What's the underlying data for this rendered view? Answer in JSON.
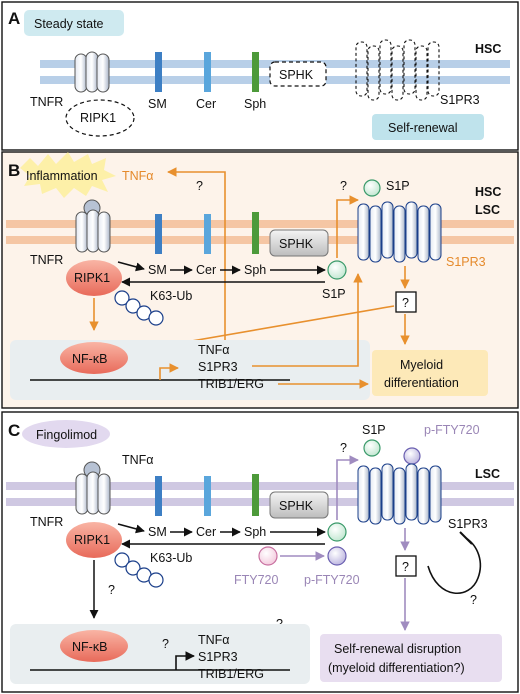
{
  "colors": {
    "orange": "#e8902e",
    "purple": "#a08cc0",
    "membrane_blue": "#b8cfe8",
    "membrane_orange": "#f5c6a4",
    "membrane_purple": "#cfc8e2",
    "sm_color": "#3d7fc4",
    "cer_color": "#5aa6dc",
    "sph_color": "#4d9a3a",
    "ripk1_fill": "#f07a6a",
    "nfkb_fill": "#e8685e",
    "panel_b_bg": "#fdf3ea",
    "self_renewal_fill": "#bfe3ec",
    "myeloid_fill": "#fde9b8",
    "disruption_fill": "#e8def0"
  },
  "panel_a": {
    "letter": "A",
    "state_label": "Steady state",
    "cell_label": "HSC",
    "tnfr": "TNFR",
    "ripk1": "RIPK1",
    "sm": "SM",
    "cer": "Cer",
    "sph": "Sph",
    "sphk": "SPHK",
    "s1pr3": "S1PR3",
    "outcome": "Self-renewal"
  },
  "panel_b": {
    "letter": "B",
    "state_label": "Inflammation",
    "cell_label_1": "HSC",
    "cell_label_2": "LSC",
    "tnfa_top": "TNFα",
    "q1": "?",
    "q2": "?",
    "q3": "?",
    "s1p_top": "S1P",
    "s1p_bottom": "S1P",
    "tnfr": "TNFR",
    "ripk1": "RIPK1",
    "k63": "K63-Ub",
    "sm": "SM",
    "cer": "Cer",
    "sph": "Sph",
    "sphk": "SPHK",
    "s1pr3": "S1PR3",
    "nfkb": "NF-κB",
    "genes": [
      "TNFα",
      "S1PR3",
      "TRIB1/ERG"
    ],
    "outcome_line1": "Myeloid",
    "outcome_line2": "differentiation"
  },
  "panel_c": {
    "letter": "C",
    "state_label": "Fingolimod",
    "cell_label": "LSC",
    "tnfa_top": "TNFα",
    "q_s1p": "?",
    "q_left": "?",
    "q_mid": "?",
    "q_gene": "?",
    "q_box": "?",
    "q_loop": "?",
    "s1p": "S1P",
    "p_fty_top": "p-FTY720",
    "tnfr": "TNFR",
    "ripk1": "RIPK1",
    "k63": "K63-Ub",
    "sm": "SM",
    "cer": "Cer",
    "sph": "Sph",
    "sphk": "SPHK",
    "s1pr3": "S1PR3",
    "fty720": "FTY720",
    "p_fty_bottom": "p-FTY720",
    "nfkb": "NF-κB",
    "genes": [
      "TNFα",
      "S1PR3",
      "TRIB1/ERG"
    ],
    "outcome_line1": "Self-renewal disruption",
    "outcome_line2": "(myeloid differentiation?)"
  }
}
